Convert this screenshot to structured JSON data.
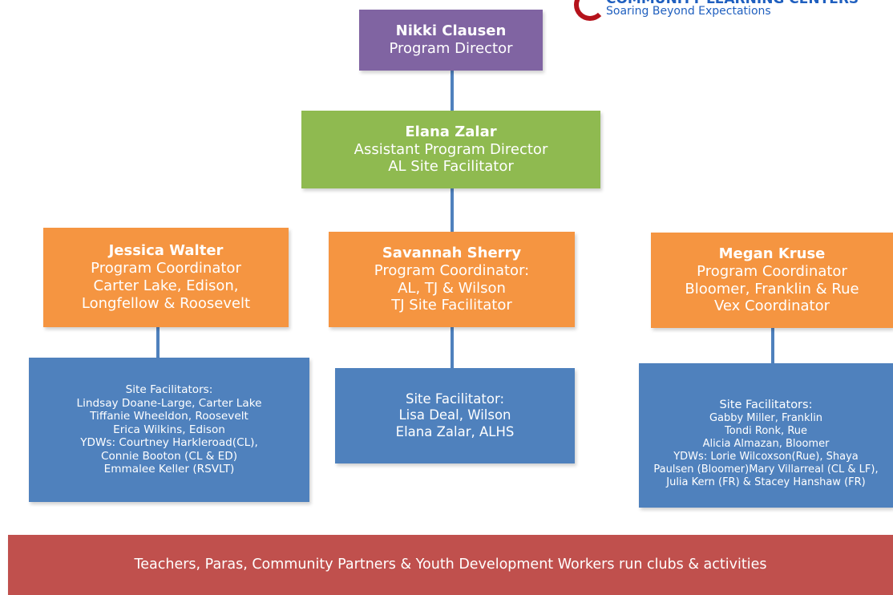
{
  "logo": {
    "title": "COMMUNITY LEARNING CENTERS",
    "tagline": "Soaring Beyond Expectations"
  },
  "director": {
    "name": "Nikki Clausen",
    "role": "Program Director"
  },
  "assistant": {
    "name": "Elana Zalar",
    "line1": "Assistant Program Director",
    "line2": "AL Site Facilitator"
  },
  "coordinators": [
    {
      "name": "Jessica Walter",
      "lines": [
        "Program Coordinator",
        "Carter Lake, Edison,",
        "Longfellow & Roosevelt"
      ]
    },
    {
      "name": "Savannah Sherry",
      "lines": [
        "Program Coordinator:",
        "AL, TJ & Wilson",
        "TJ Site Facilitator"
      ]
    },
    {
      "name": "Megan Kruse",
      "lines": [
        "Program Coordinator",
        "Bloomer, Franklin & Rue",
        "Vex Coordinator"
      ]
    }
  ],
  "sites": [
    {
      "lines": [
        "Site Facilitators:",
        "Lindsay Doane-Large, Carter Lake",
        "Tiffanie Wheeldon, Roosevelt",
        "Erica Wilkins, Edison",
        "YDWs: Courtney Harkleroad(CL),",
        "Connie Booton (CL & ED)",
        "Emmalee Keller (RSVLT)"
      ]
    },
    {
      "lines": [
        "Site Facilitator:",
        "Lisa Deal, Wilson",
        "Elana Zalar, ALHS"
      ]
    },
    {
      "lines": [
        "Site Facilitators:",
        "Gabby Miller, Franklin",
        "Tondi Ronk, Rue",
        "Alicia Almazan, Bloomer",
        "YDWs: Lorie Wilcoxson(Rue), Shaya",
        "Paulsen (Bloomer)Mary Villarreal (CL & LF),",
        "Julia Kern (FR) & Stacey Hanshaw (FR)"
      ]
    }
  ],
  "footer": "Teachers, Paras, Community Partners & Youth Development Workers run clubs & activities"
}
